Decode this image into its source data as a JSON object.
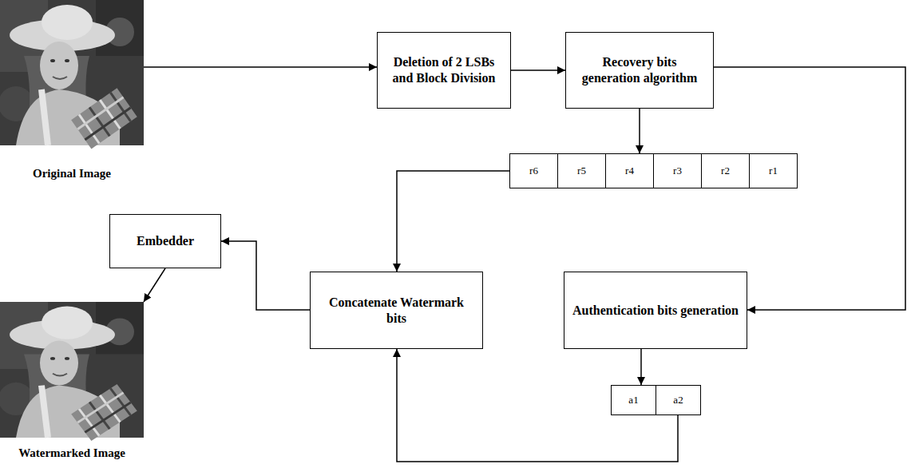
{
  "diagram": {
    "nodes": [
      {
        "text": [
          "Original Image"
        ]
      },
      {
        "text": [
          "Deletion of 2 LSBs and Block Division"
        ]
      },
      {
        "text": [
          "Recovery bits generation algorithm"
        ]
      },
      {
        "text": [
          "r6"
        ]
      },
      {
        "text": [
          "r5"
        ]
      },
      {
        "text": [
          "r4"
        ]
      },
      {
        "text": [
          "r3"
        ]
      },
      {
        "text": [
          "r2"
        ]
      },
      {
        "text": [
          "r1"
        ]
      },
      {
        "text": [
          "Embedder"
        ]
      },
      {
        "text": [
          "Concatenate Watermark bits"
        ]
      },
      {
        "text": [
          "Authentication bits generation"
        ]
      },
      {
        "text": [
          "a1"
        ]
      },
      {
        "text": [
          "a2"
        ]
      },
      {
        "text": [
          "Watermarked Image"
        ]
      }
    ],
    "edges": [
      {
        "from": 0,
        "to": 1,
        "arrow": "to"
      },
      {
        "from": 1,
        "to": 2,
        "arrow": "to"
      },
      {
        "from": 2,
        "to": 5,
        "arrow": "to"
      },
      {
        "from": 2,
        "to": 11,
        "arrow": "to"
      },
      {
        "from": 3,
        "to": 10,
        "arrow": "to"
      },
      {
        "from": 11,
        "to": 12,
        "arrow": "to"
      },
      {
        "from": 13,
        "to": 10,
        "arrow": "to"
      },
      {
        "from": 10,
        "to": 9,
        "arrow": "to"
      },
      {
        "from": 9,
        "to": 14,
        "arrow": "to"
      }
    ]
  }
}
